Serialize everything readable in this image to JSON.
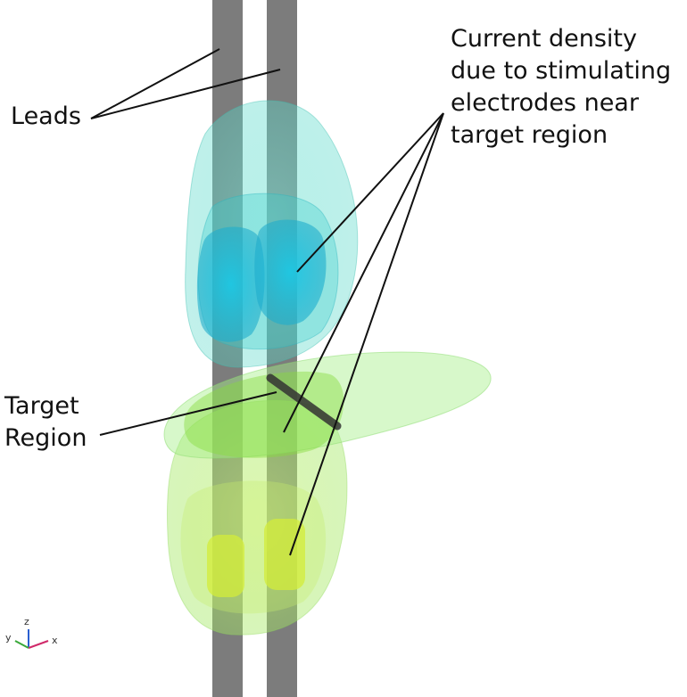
{
  "labels": {
    "leads": "Leads",
    "current_density": "Current density\ndue to stimulating\nelectrodes near\ntarget region",
    "target_region": "Target\nRegion"
  },
  "axes_triad": {
    "y": "y",
    "z": "z",
    "x": "x"
  },
  "colors": {
    "lead": "#6e6e6e",
    "upper_volume": "#4fd6c6",
    "upper_core": "#1fb8d8",
    "target_volume": "#a6f08a",
    "lower_volume": "#bff06a",
    "lower_core": "#d9ef3a",
    "pointer": "#111111"
  }
}
